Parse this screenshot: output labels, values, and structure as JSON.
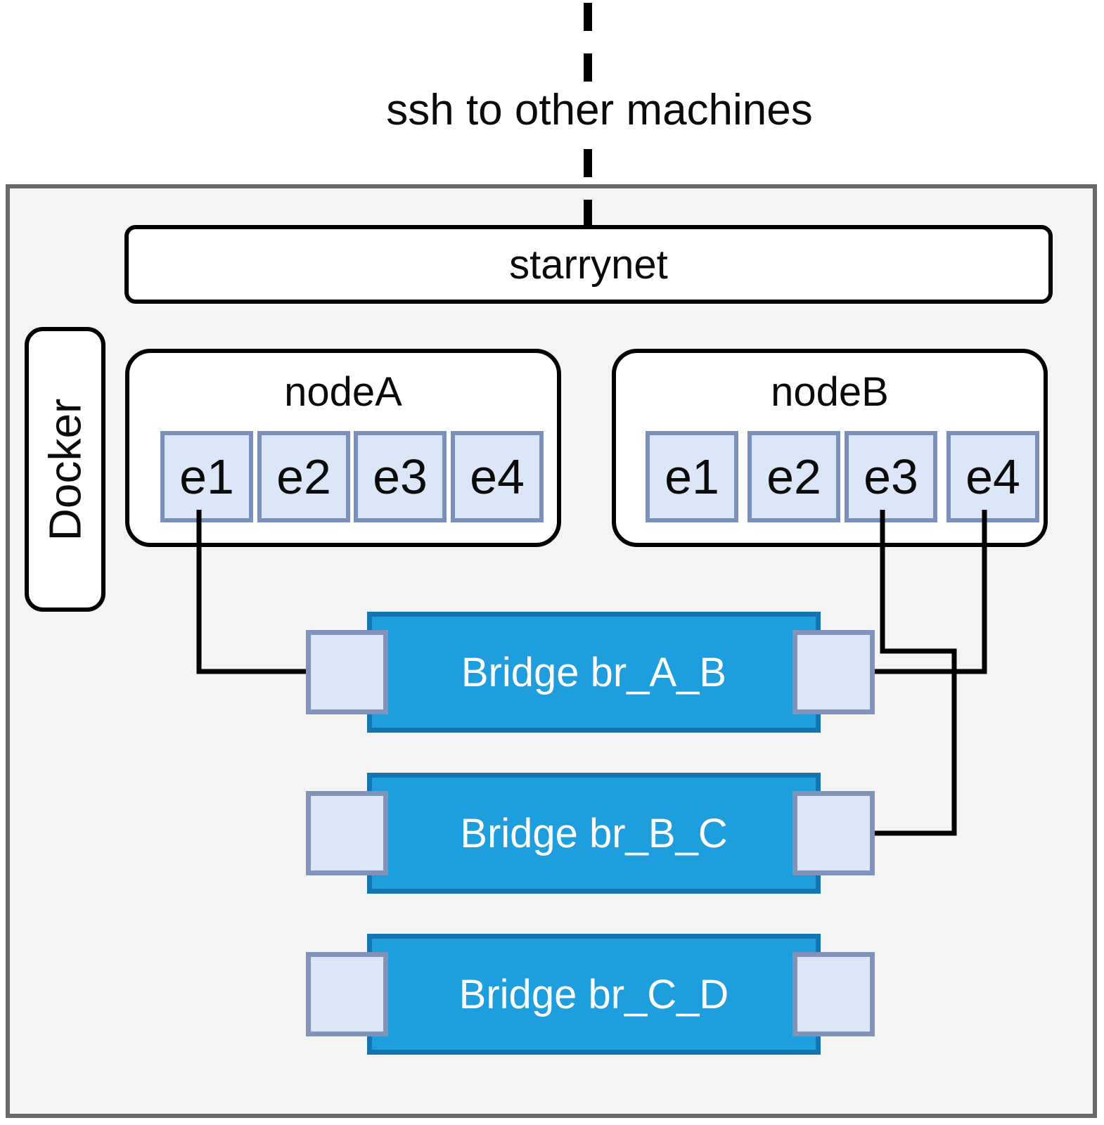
{
  "ssh_link": {
    "label": "ssh to other machines"
  },
  "starrynet": {
    "label": "starrynet"
  },
  "docker": {
    "label": "Docker"
  },
  "nodes": [
    {
      "title": "nodeA",
      "interfaces": [
        "e1",
        "e2",
        "e3",
        "e4"
      ]
    },
    {
      "title": "nodeB",
      "interfaces": [
        "e1",
        "e2",
        "e3",
        "e4"
      ]
    }
  ],
  "bridges": [
    {
      "label": "Bridge br_A_B"
    },
    {
      "label": "Bridge br_B_C"
    },
    {
      "label": "Bridge br_C_D"
    }
  ],
  "connections": [
    {
      "from": "nodeA.e1",
      "to": "br_A_B.left-port"
    },
    {
      "from": "nodeB.e4",
      "to": "br_A_B.right-port"
    },
    {
      "from": "nodeB.e3",
      "to": "br_B_C.right-port"
    }
  ],
  "colors": {
    "container_fill": "#f4f4f5",
    "container_border": "#69696c",
    "bridge_fill": "#1f9ede",
    "bridge_border": "#1274b0",
    "port_fill": "#dce8f9",
    "port_border": "#8193ba",
    "interface_fill": "#dbe7f8",
    "interface_border": "#7a90ba",
    "line": "#000000",
    "bridge_text": "#ffffff"
  }
}
